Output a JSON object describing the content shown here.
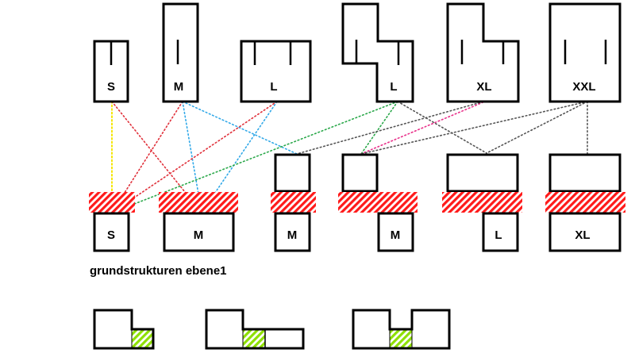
{
  "diagram": {
    "top_modules": [
      {
        "id": "top-s",
        "label": "S"
      },
      {
        "id": "top-m",
        "label": "M"
      },
      {
        "id": "top-l1",
        "label": "L"
      },
      {
        "id": "top-l2",
        "label": "L"
      },
      {
        "id": "top-xl",
        "label": "XL"
      },
      {
        "id": "top-xxl",
        "label": "XXL"
      }
    ],
    "bottom_modules": [
      {
        "id": "bot-s",
        "label": "S"
      },
      {
        "id": "bot-m1",
        "label": "M"
      },
      {
        "id": "bot-m2",
        "label": "M"
      },
      {
        "id": "bot-m3",
        "label": "M"
      },
      {
        "id": "bot-l",
        "label": "L"
      },
      {
        "id": "bot-xl",
        "label": "XL"
      }
    ],
    "section_title": "grundstrukturen ebene1",
    "connections": [
      {
        "from": "top-s",
        "to": "bot-s",
        "color": "#f5e600"
      },
      {
        "from": "top-s",
        "to": "bot-m1",
        "color": "#e0303a"
      },
      {
        "from": "top-m",
        "to": "bot-s",
        "color": "#e0303a"
      },
      {
        "from": "top-m",
        "to": "bot-m1",
        "color": "#30a8e8"
      },
      {
        "from": "top-m",
        "to": "bot-m2",
        "color": "#30a8e8"
      },
      {
        "from": "top-l1",
        "to": "bot-s",
        "color": "#e0303a"
      },
      {
        "from": "top-l1",
        "to": "bot-m1",
        "color": "#30a8e8"
      },
      {
        "from": "top-l2",
        "to": "bot-s",
        "color": "#2aa84a"
      },
      {
        "from": "top-l2",
        "to": "bot-m3",
        "color": "#2aa84a"
      },
      {
        "from": "top-l2",
        "to": "bot-l",
        "color": "#555555"
      },
      {
        "from": "top-xl",
        "to": "bot-m3",
        "color": "#e8308a"
      },
      {
        "from": "top-xl",
        "to": "bot-m2",
        "color": "#555555"
      },
      {
        "from": "top-xxl",
        "to": "bot-m3",
        "color": "#555555"
      },
      {
        "from": "top-xxl",
        "to": "bot-l",
        "color": "#555555"
      },
      {
        "from": "top-xxl",
        "to": "bot-xl",
        "color": "#555555"
      }
    ],
    "colors": {
      "hatch_red": "#ff1a1a",
      "hatch_green": "#8ee000",
      "outline": "#000000"
    }
  }
}
